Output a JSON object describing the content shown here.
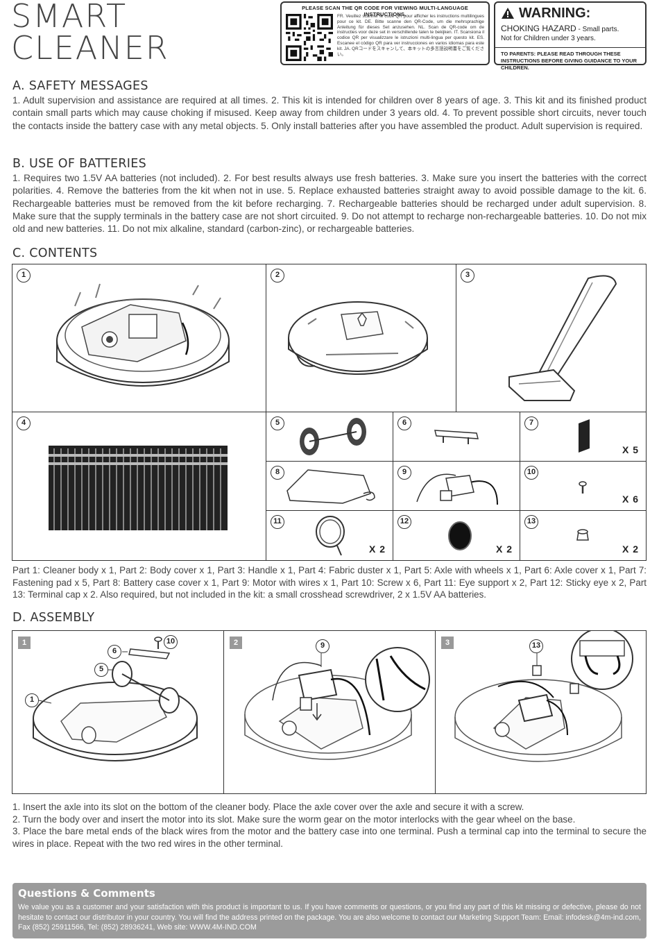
{
  "title": {
    "line1": "SMART",
    "line2": "CLEANER"
  },
  "qr_box": {
    "header": "PLEASE SCAN THE QR CODE FOR VIEWING MULTI-LANGUAGE INSTRUCTIONS.",
    "text": "FR. Veuillez scanner le code QR pour afficher les instructions multilingues pour ce kit. DE. Bitte scanne den QR-Code, um die mehrsprachige Anleitung für dieses Set anzusehen. NL. Scan de QR-code om de instructies voor deze set in verschillende talen te bekijken. IT. Scansiona il codice QR per visualizzare le istruzioni multi-lingua per questo kit. ES. Escanee el código QR para ver instrucciones en varios idiomas para este kit. JA. QRコードをスキャンして、本キットの多言語説明書をご覧ください。"
  },
  "warning": {
    "heading": "WARNING:",
    "hazard": "CHOKING HAZARD",
    "hazard_rest": " - Small parts.",
    "age": "Not for Children under 3 years.",
    "parents": "TO PARENTS: PLEASE READ THROUGH THESE INSTRUCTIONS BEFORE GIVING GUIDANCE TO YOUR CHILDREN."
  },
  "section_a": {
    "heading": "A. SAFETY MESSAGES",
    "text": "1. Adult supervision and assistance are required at all times. 2. This kit is intended for children over 8 years of age. 3. This kit and its finished product contain small parts which may cause choking if misused. Keep away from children under 3 years old. 4. To prevent possible short circuits, never touch the contacts inside the battery case with any metal objects. 5. Only install batteries after you have assembled the product. Adult supervision is required."
  },
  "section_b": {
    "heading": "B. USE OF BATTERIES",
    "text": "1. Requires two 1.5V AA batteries (not included). 2. For best results always use fresh batteries. 3. Make sure you insert the batteries with the correct polarities. 4. Remove the batteries from the kit when not in use. 5. Replace exhausted batteries straight away to avoid possible damage to the kit. 6. Rechargeable batteries must be removed from the kit before recharging. 7. Rechargeable batteries should be recharged under adult supervision. 8. Make sure that the supply terminals in the battery case are not short circuited. 9. Do not attempt to recharge non-rechargeable batteries. 10. Do not mix old and new batteries. 11. Do not mix alkaline, standard (carbon-zinc), or rechargeable batteries."
  },
  "section_c": {
    "heading": "C. CONTENTS",
    "parts": [
      "1",
      "2",
      "3",
      "4",
      "5",
      "6",
      "7",
      "8",
      "9",
      "10",
      "11",
      "12",
      "13"
    ],
    "qty_7": "X 5",
    "qty_10": "X 6",
    "qty_11": "X 2",
    "qty_12": "X 2",
    "qty_13": "X 2",
    "parts_list": "Part 1: Cleaner body x 1, Part 2: Body cover x 1, Part 3: Handle x 1, Part 4: Fabric duster x 1, Part 5: Axle with wheels x 1, Part 6: Axle cover x 1, Part 7: Fastening pad x 5, Part 8: Battery case cover x 1, Part 9: Motor with wires x 1, Part 10: Screw x 6, Part 11: Eye support x 2, Part 12: Sticky eye x 2, Part 13: Terminal cap x 2. Also required, but not included in the kit: a small crosshead screwdriver, 2 x 1.5V AA batteries."
  },
  "section_d": {
    "heading": "D. ASSEMBLY",
    "steps": [
      "1",
      "2",
      "3"
    ],
    "callouts": {
      "s1": [
        "10",
        "6",
        "5",
        "1"
      ],
      "s2": [
        "9"
      ],
      "s3": [
        "13"
      ]
    },
    "instructions": [
      "1. Insert the axle into its slot on the bottom of the cleaner body. Place the axle cover over the axle and secure it with a screw.",
      "2. Turn the body over and insert the motor into its slot. Make sure the worm gear on the motor interlocks with the gear wheel on the base.",
      "3. Place the bare metal ends of the black wires from the motor and the battery case into one terminal. Push a terminal cap into the terminal to secure the wires in place. Repeat with the two red wires in the other terminal."
    ]
  },
  "footer": {
    "heading": "Questions & Comments",
    "text": "We value you as a customer and your satisfaction with this product is important to us. If you have comments or questions, or you find any part of this kit missing or defective, please do not hesitate to contact our distributor in your country. You will find the address printed on the package. You are also welcome to contact our Marketing Support Team: Email: infodesk@4m-ind.com, Fax (852) 25911566, Tel: (852) 28936241, Web site: WWW.4M-IND.COM"
  }
}
